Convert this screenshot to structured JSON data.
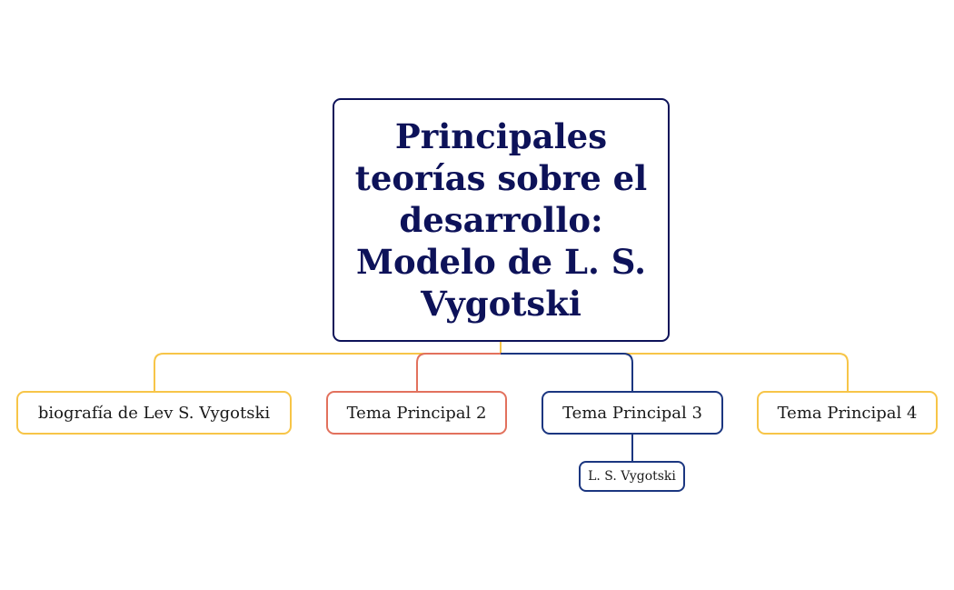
{
  "mindmap": {
    "root": {
      "label": "Principales teorías sobre el desarrollo: Modelo de L. S. Vygotski"
    },
    "topics": [
      {
        "label": "biografía de Lev S. Vygotski",
        "color": "#f7c548"
      },
      {
        "label": "Tema Principal 2",
        "color": "#e2715d"
      },
      {
        "label": "Tema Principal 3",
        "color": "#1b3680"
      },
      {
        "label": "Tema Principal 4",
        "color": "#f7c548"
      }
    ],
    "subtopics": [
      {
        "label": "L. S. Vygotski",
        "parent": "Tema Principal 3",
        "color": "#1b3680"
      }
    ],
    "root_color": "#0d1259"
  }
}
